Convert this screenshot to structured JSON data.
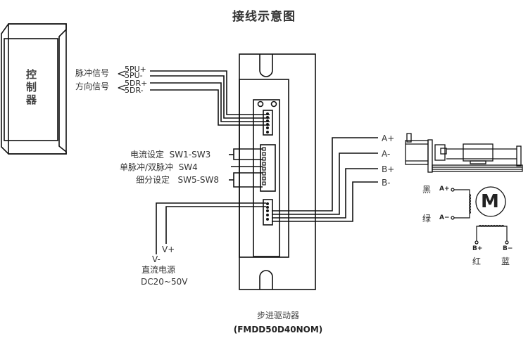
{
  "title": "接线示意图",
  "controller": {
    "label": "控制器"
  },
  "signals": {
    "pulse_label": "脉冲信号",
    "dir_label": "方向信号",
    "bracket_glyph": "<",
    "pins": [
      "5PU+",
      "5PU-",
      "5DR+",
      "5DR-"
    ]
  },
  "switches": [
    {
      "label": "电流设定",
      "range": "SW1-SW3"
    },
    {
      "label": "单脉冲/双脉冲",
      "range": "SW4"
    },
    {
      "label": "细分设定",
      "range": "SW5-SW8"
    }
  ],
  "power": {
    "v_minus": "V-",
    "v_plus": "V+",
    "label": "直流电源",
    "range": "DC20~50V"
  },
  "outputs": [
    "A+",
    "A-",
    "B+",
    "B-"
  ],
  "motor": {
    "symbol": "M",
    "terminals": [
      {
        "pin": "A+",
        "color_label": "黑"
      },
      {
        "pin": "A−",
        "color_label": "绿"
      },
      {
        "pin": "B+",
        "color_label": "红"
      },
      {
        "pin": "B−",
        "color_label": "蓝"
      }
    ]
  },
  "driver": {
    "label": "步进驱动器",
    "model": "(FMDD50D40NOM)"
  }
}
